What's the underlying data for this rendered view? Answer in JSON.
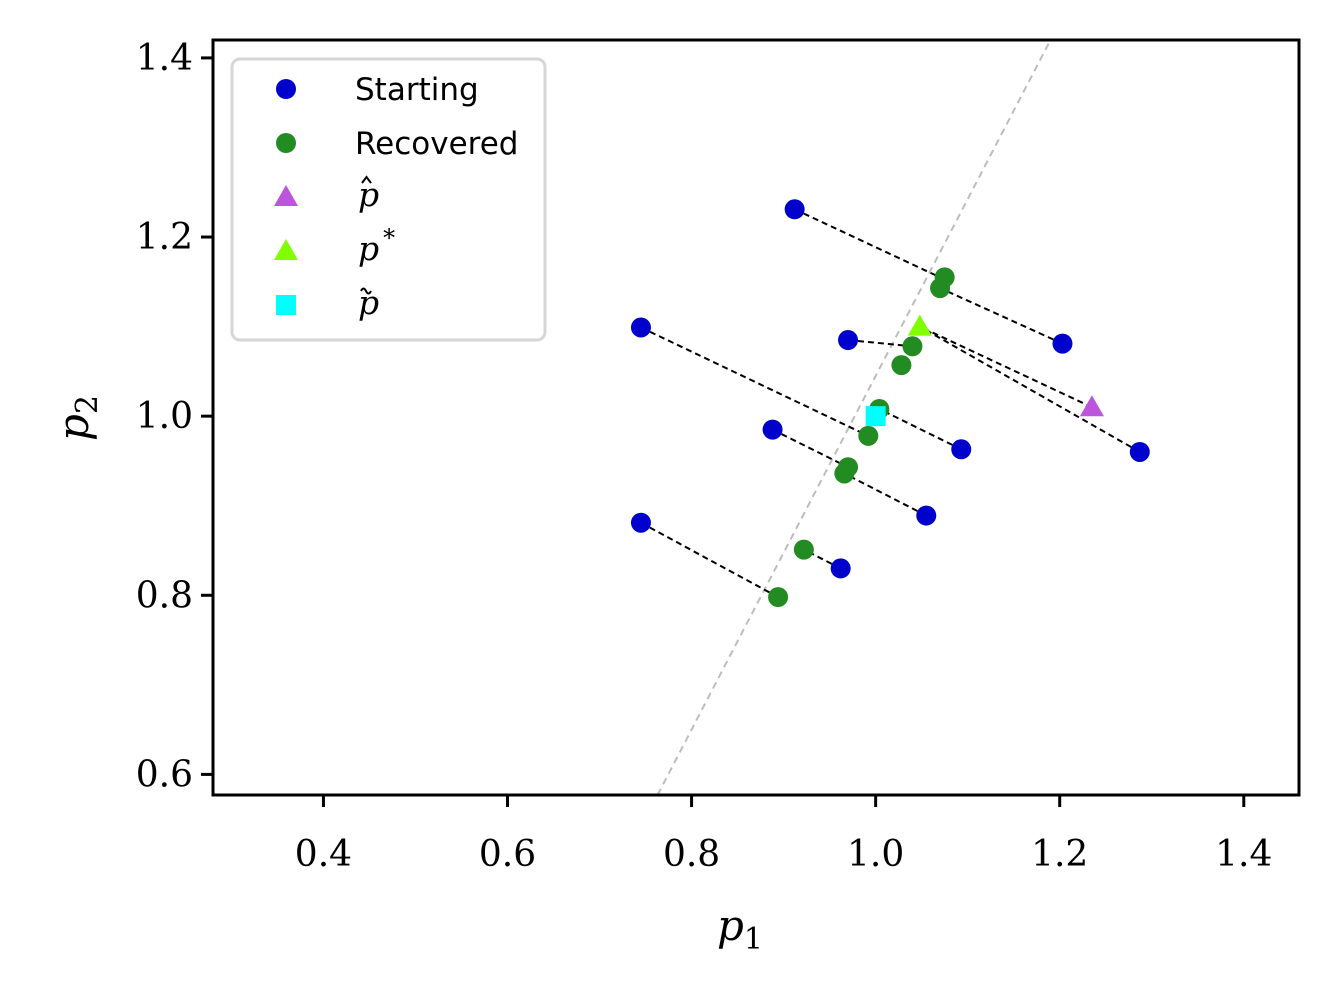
{
  "chart_data": {
    "type": "scatter",
    "xlabel": "p",
    "xlabel_sub": "1",
    "ylabel": "p",
    "ylabel_sub": "2",
    "xlim": [
      0.28,
      1.46
    ],
    "ylim": [
      0.577,
      1.42
    ],
    "xticks": [
      0.4,
      0.6,
      0.8,
      1.0,
      1.2,
      1.4
    ],
    "xtick_labels": [
      "0.4",
      "0.6",
      "0.8",
      "1.0",
      "1.2",
      "1.4"
    ],
    "yticks": [
      0.6,
      0.8,
      1.0,
      1.2,
      1.4
    ],
    "ytick_labels": [
      "0.6",
      "0.8",
      "1.0",
      "1.2",
      "1.4"
    ],
    "grid": false,
    "legend_position": "top-left",
    "reference_line": {
      "points": [
        [
          0.763,
          0.577
        ],
        [
          1.19,
          1.42
        ]
      ],
      "color": "#bdbdbd",
      "style": "dashed"
    },
    "series": [
      {
        "name": "Starting",
        "marker": "circle",
        "color": "#0000cc",
        "points": [
          [
            0.912,
            1.231
          ],
          [
            1.203,
            1.081
          ],
          [
            0.745,
            1.099
          ],
          [
            0.97,
            1.085
          ],
          [
            1.093,
            0.963
          ],
          [
            1.287,
            0.96
          ],
          [
            0.888,
            0.985
          ],
          [
            1.055,
            0.889
          ],
          [
            0.745,
            0.881
          ],
          [
            0.962,
            0.83
          ]
        ]
      },
      {
        "name": "Recovered",
        "marker": "circle",
        "color": "#228b22",
        "points": [
          [
            1.075,
            1.155
          ],
          [
            1.07,
            1.143
          ],
          [
            1.04,
            1.078
          ],
          [
            1.028,
            1.057
          ],
          [
            1.004,
            1.008
          ],
          [
            0.992,
            0.978
          ],
          [
            0.97,
            0.943
          ],
          [
            0.966,
            0.936
          ],
          [
            0.922,
            0.851
          ],
          [
            0.894,
            0.798
          ]
        ]
      },
      {
        "name": "p̂",
        "marker": "triangle",
        "color": "#bb55dd",
        "points": [
          [
            1.235,
            1.01
          ]
        ]
      },
      {
        "name": "p*",
        "marker": "triangle",
        "color": "#7fff00",
        "points": [
          [
            1.048,
            1.1
          ]
        ]
      },
      {
        "name": "p̃",
        "marker": "square",
        "color": "#00ffff",
        "points": [
          [
            1.0,
            1.0
          ]
        ]
      }
    ],
    "connections": [
      [
        [
          0.912,
          1.231
        ],
        [
          1.07,
          1.155
        ]
      ],
      [
        [
          1.203,
          1.081
        ],
        [
          1.07,
          1.143
        ]
      ],
      [
        [
          0.745,
          1.099
        ],
        [
          0.992,
          0.978
        ]
      ],
      [
        [
          0.97,
          1.085
        ],
        [
          1.04,
          1.078
        ]
      ],
      [
        [
          1.093,
          0.963
        ],
        [
          1.004,
          1.008
        ]
      ],
      [
        [
          1.287,
          0.96
        ],
        [
          1.048,
          1.1
        ]
      ],
      [
        [
          1.235,
          1.01
        ],
        [
          1.048,
          1.1
        ]
      ],
      [
        [
          0.888,
          0.985
        ],
        [
          0.97,
          0.943
        ]
      ],
      [
        [
          1.055,
          0.889
        ],
        [
          0.966,
          0.936
        ]
      ],
      [
        [
          0.745,
          0.881
        ],
        [
          0.894,
          0.798
        ]
      ],
      [
        [
          0.962,
          0.83
        ],
        [
          0.922,
          0.851
        ]
      ]
    ],
    "legend": [
      {
        "label": "Starting",
        "math": false
      },
      {
        "label": "Recovered",
        "math": false
      },
      {
        "label": "p",
        "accent": "hat",
        "math": true
      },
      {
        "label": "p",
        "superscript": "*",
        "math": true
      },
      {
        "label": "p",
        "accent": "tilde",
        "math": true
      }
    ]
  }
}
